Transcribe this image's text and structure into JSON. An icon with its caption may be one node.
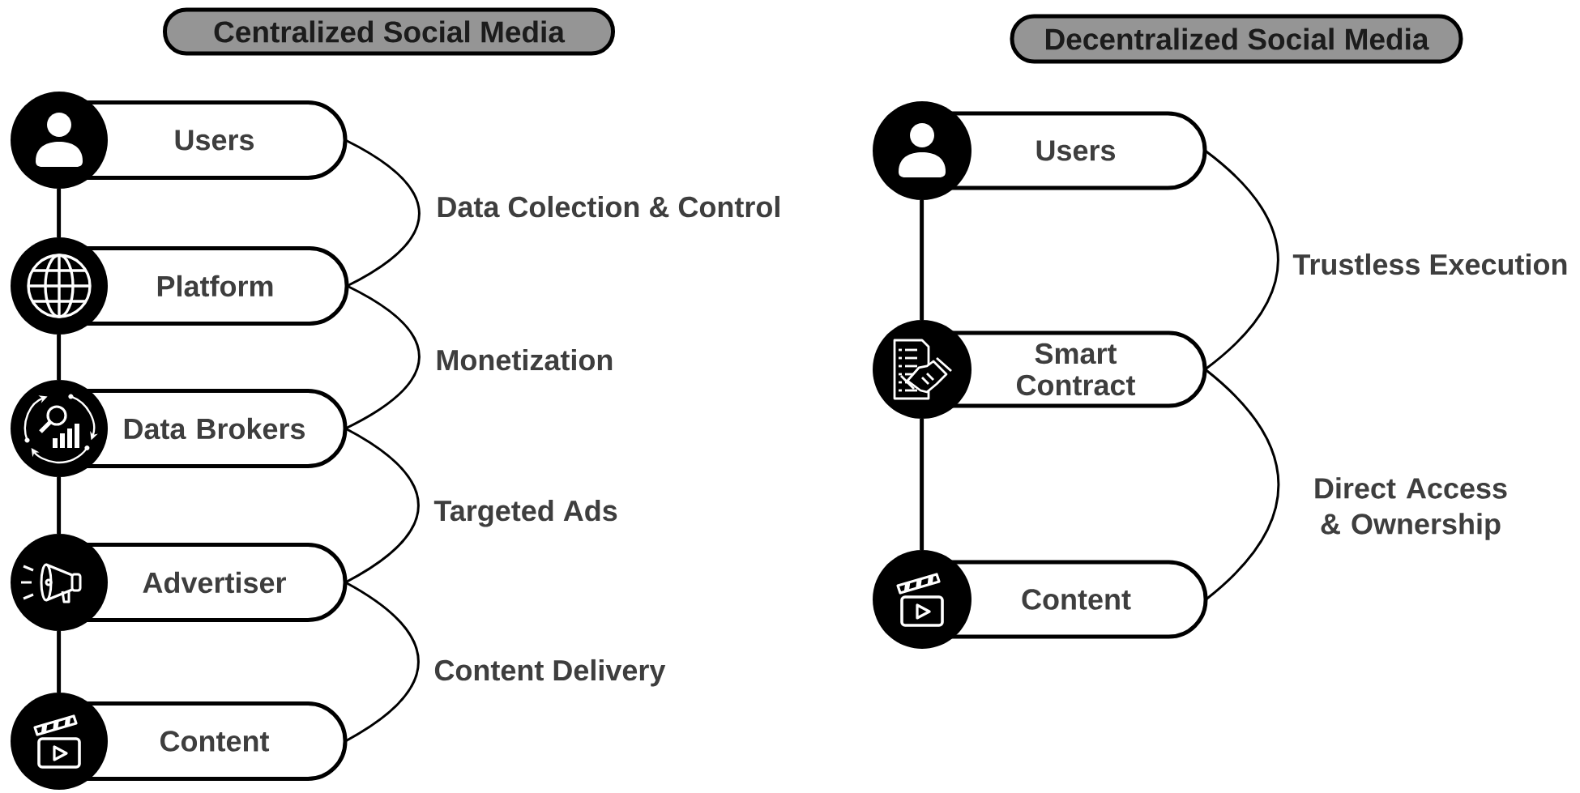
{
  "diagram": {
    "nodes": [
      {
        "text": [
          "Centralized Social Media"
        ]
      },
      {
        "text": [
          "Users"
        ]
      },
      {
        "text": [
          "Platform"
        ]
      },
      {
        "text": [
          "Data Brokers"
        ]
      },
      {
        "text": [
          "Advertiser"
        ]
      },
      {
        "text": [
          "Content"
        ]
      },
      {
        "text": [
          "Decentralized Social Media"
        ]
      },
      {
        "text": [
          "Users"
        ]
      },
      {
        "text": [
          "Smart Contract"
        ]
      },
      {
        "text": [
          "Content"
        ]
      }
    ],
    "edges": [
      {
        "from": 1,
        "to": 2,
        "arrow": "none"
      },
      {
        "from": 2,
        "to": 3,
        "arrow": "none"
      },
      {
        "from": 3,
        "to": 4,
        "arrow": "none"
      },
      {
        "from": 4,
        "to": 5,
        "arrow": "none"
      },
      {
        "from": 1,
        "to": 2,
        "arrow": "none",
        "label": "Data Colection & Control"
      },
      {
        "from": 2,
        "to": 3,
        "arrow": "none",
        "label": "Monetization"
      },
      {
        "from": 3,
        "to": 4,
        "arrow": "none",
        "label": "Targeted Ads"
      },
      {
        "from": 4,
        "to": 5,
        "arrow": "none",
        "label": "Content Delivery"
      },
      {
        "from": 7,
        "to": 8,
        "arrow": "none"
      },
      {
        "from": 8,
        "to": 9,
        "arrow": "none"
      },
      {
        "from": 7,
        "to": 8,
        "arrow": "none",
        "label": "Trustless Execution"
      },
      {
        "from": 8,
        "to": 9,
        "arrow": "none",
        "label": "Direct Access & Ownership"
      }
    ]
  }
}
